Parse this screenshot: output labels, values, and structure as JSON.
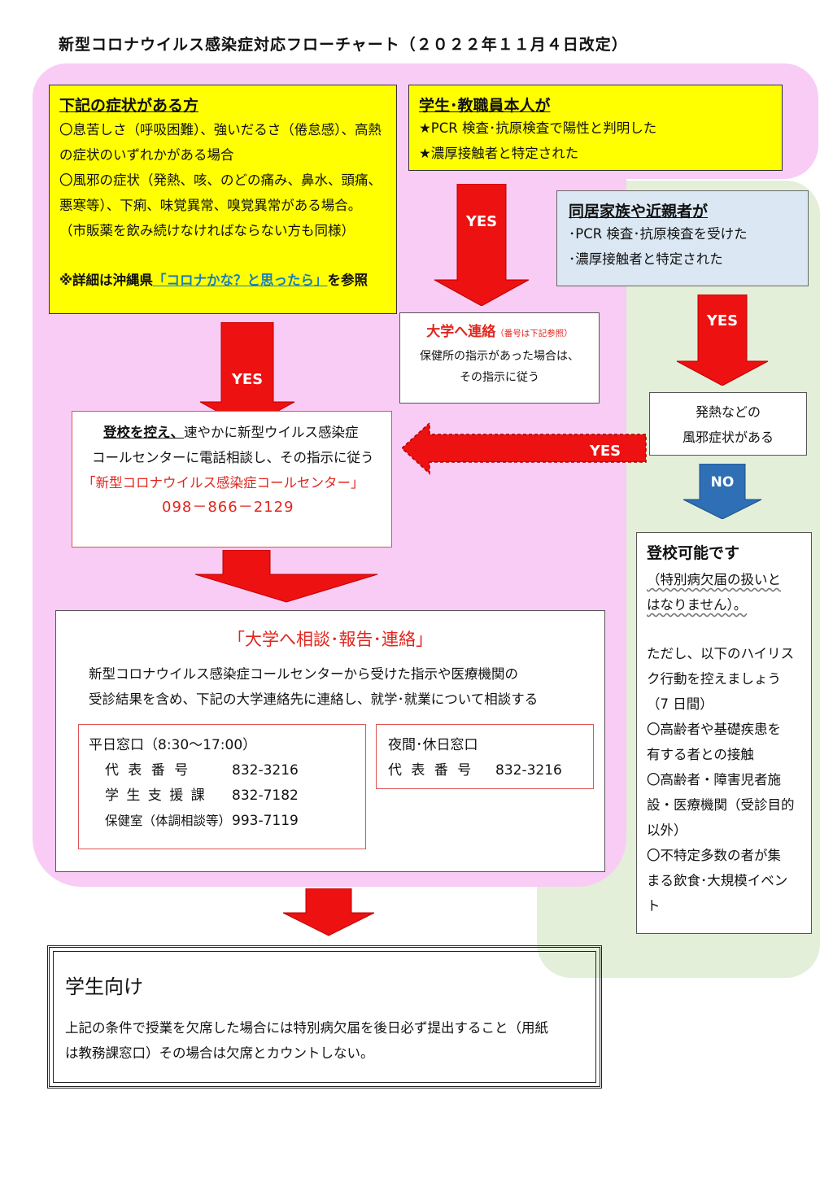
{
  "title": "新型コロナウイルス感染症対応フローチャート（２０２２年１１月４日改定）",
  "symptoms": {
    "heading": "下記の症状がある方",
    "lines": [
      "〇息苦しさ（呼吸困難）、強いだるさ（倦怠感）、高熱",
      "の症状のいずれかがある場合",
      "〇風邪の症状（発熱、咳、のどの痛み、鼻水、頭痛、",
      "悪寒等）、下痢、味覚異常、嗅覚異常がある場合。",
      "（市販薬を飲み続けなければならない方も同様）"
    ],
    "note_prefix": "※詳細は沖縄県",
    "note_link": "「コロナかな？と思ったら」",
    "note_suffix": "を参照"
  },
  "person": {
    "heading": "学生･教職員本人が",
    "lines": [
      "★PCR 検査･抗原検査で陽性と判明した",
      "★濃厚接触者と特定された"
    ]
  },
  "family": {
    "heading": "同居家族や近親者が",
    "lines": [
      "･PCR 検査･抗原検査を受けた",
      "･濃厚接触者と特定された"
    ]
  },
  "contact_univ": {
    "title": "大学へ連絡",
    "note": "（番号は下記参照）",
    "lines": [
      "保健所の指示があった場合は、",
      "その指示に従う"
    ]
  },
  "fever": {
    "lines": [
      "発熱などの",
      "風邪症状がある"
    ]
  },
  "arrows": {
    "yes": "YES",
    "no": "NO"
  },
  "callcenter": {
    "lead_bold": "登校を控え、",
    "line1_rest": "速やかに新型ウイルス感染症",
    "line2": "コールセンターに電話相談し、その指示に従う",
    "name": "「新型コロナウイルス感染症コールセンター」",
    "phone": "098－866－2129"
  },
  "consult": {
    "title": "「大学へ相談･報告･連絡」",
    "lines": [
      "新型コロナウイルス感染症コールセンターから受けた指示や医療機関の",
      "受診結果を含め、下記の大学連絡先に連絡し、就学･就業について相談する"
    ],
    "weekday": {
      "heading": "平日窓口（8:30～17:00）",
      "rows": [
        {
          "label": "代 表 番 号",
          "number": "832-3216"
        },
        {
          "label": "学 生 支 援 課",
          "number": "832-7182"
        },
        {
          "label": "保健室（体調相談等）",
          "number": "993-7119"
        }
      ]
    },
    "night": {
      "heading": "夜間･休日窓口",
      "rows": [
        {
          "label": "代 表 番 号",
          "number": "832-3216"
        }
      ]
    }
  },
  "attend": {
    "heading": "登校可能です",
    "paren_lines": [
      "（特別病欠届の扱いと",
      "はなりません）。"
    ],
    "lines": [
      "ただし、以下のハイリス",
      "ク行動を控えましょう",
      "（7 日間）",
      "〇高齢者や基礎疾患を",
      "有する者との接触",
      "〇高齢者・障害児者施",
      "設・医療機関（受診目的",
      "以外）",
      "〇不特定多数の者が集",
      "まる飲食･大規模イベン",
      "ト"
    ]
  },
  "students": {
    "heading": "学生向け",
    "lines": [
      "上記の条件で授業を欠席した場合には特別病欠届を後日必ず提出すること（用紙",
      "は教務課窓口）その場合は欠席とカウントしない。"
    ]
  },
  "colors": {
    "pink_bg": "#f8ccf4",
    "green_bg": "#e3efd9",
    "yellow": "#ffff00",
    "red_arrow": "#ee1111",
    "blue_arrow": "#2e6fb5",
    "accent_text": "#e0261e"
  }
}
